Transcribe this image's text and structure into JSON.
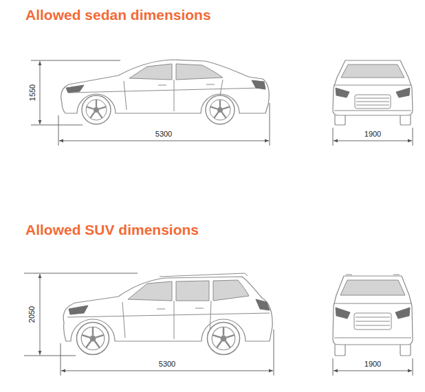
{
  "diagram": {
    "labels": [
      "Allowed sedan dimensions",
      "1550",
      "5300",
      "1900",
      "Allowed SUV dimensions",
      "2050",
      "5300",
      "1900"
    ]
  }
}
